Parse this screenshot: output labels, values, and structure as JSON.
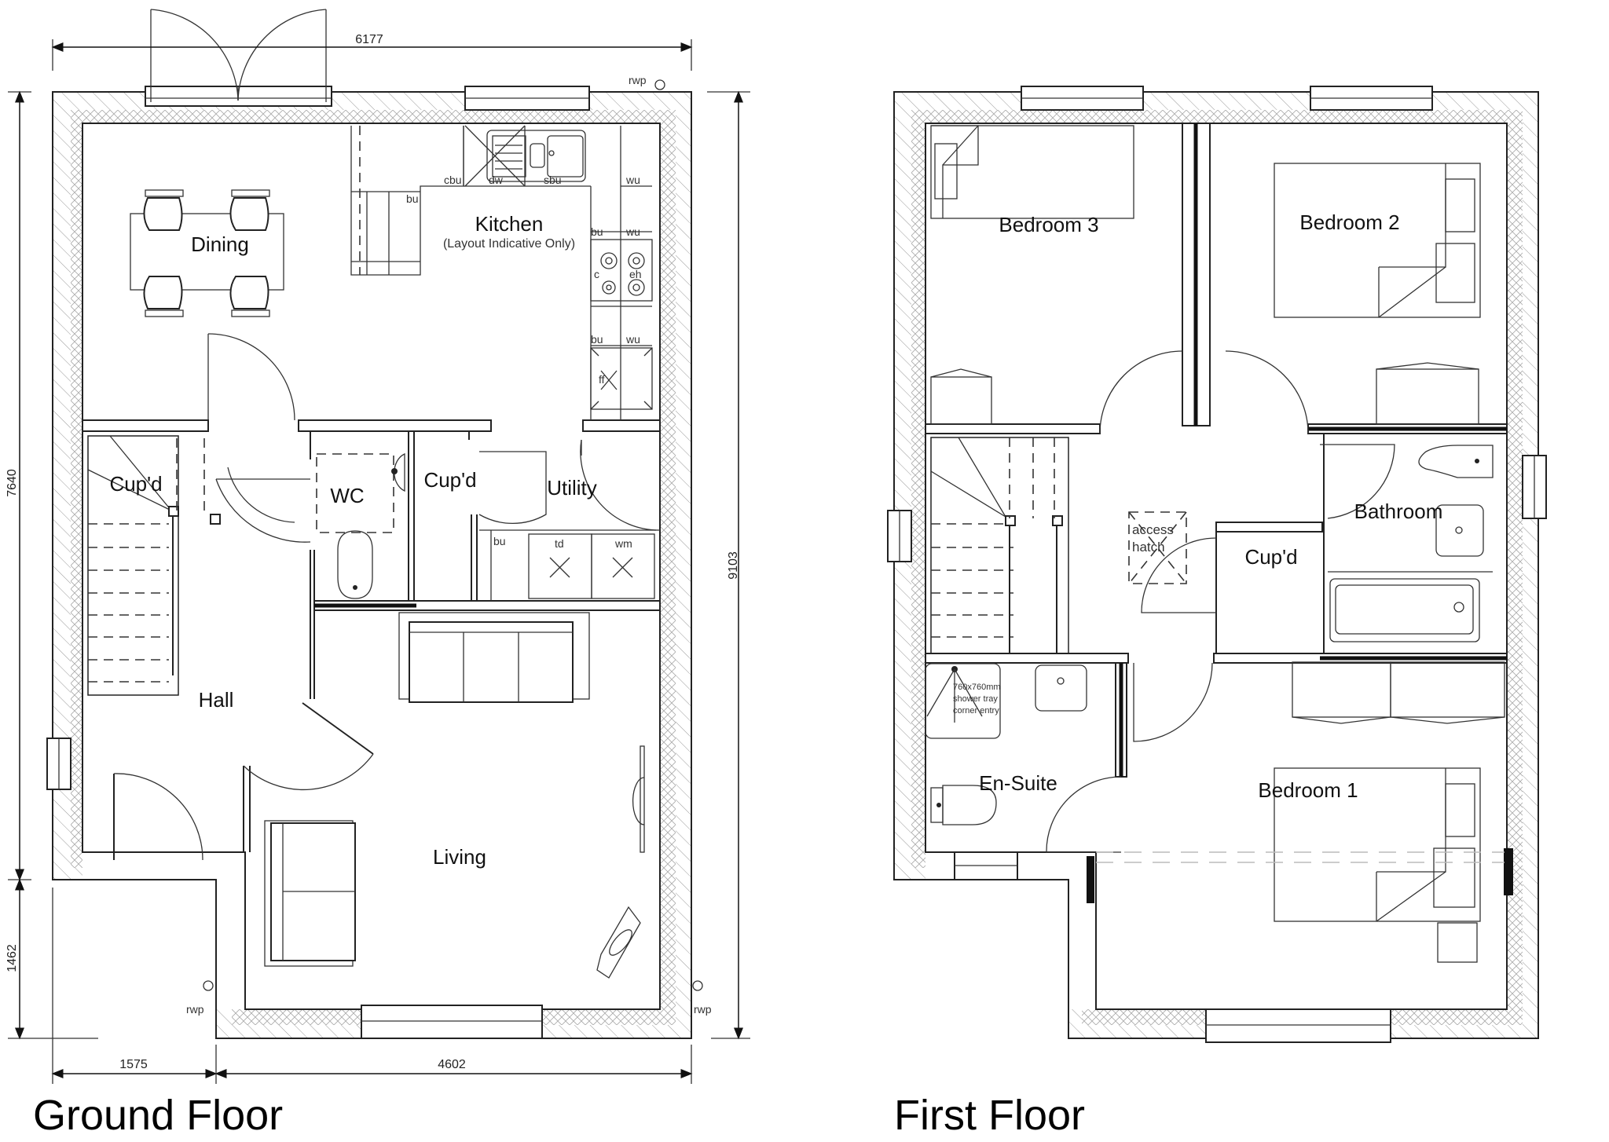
{
  "plans": {
    "ground_floor": {
      "title": "Ground Floor",
      "rooms": {
        "dining": "Dining",
        "kitchen": "Kitchen",
        "kitchen_note": "(Layout Indicative Only)",
        "cupboard_under_stairs": "Cup'd",
        "wc": "WC",
        "cupboard": "Cup'd",
        "utility": "Utility",
        "hall": "Hall",
        "living": "Living"
      },
      "appliance_labels": {
        "cbu": "cbu",
        "dw": "dw",
        "sbu": "sbu",
        "wu_top": "wu",
        "bu_left": "bu",
        "bu_hob": "bu",
        "wu_hob": "wu",
        "c": "c",
        "eh": "eh",
        "bu_ff": "bu",
        "wu_ff": "wu",
        "ff": "ff",
        "bu_utility": "bu",
        "td": "td",
        "wm": "wm"
      },
      "rwp_labels": [
        "rwp",
        "rwp",
        "rwp"
      ],
      "dimensions": {
        "width_top": "6177",
        "height_left_main": "7640",
        "height_left_porch": "1462",
        "height_right": "9103",
        "width_bottom_porch": "1575",
        "width_bottom_main": "4602"
      }
    },
    "first_floor": {
      "title": "First Floor",
      "rooms": {
        "bedroom3": "Bedroom 3",
        "bedroom2": "Bedroom 2",
        "bathroom": "Bathroom",
        "cupboard": "Cup'd",
        "access_hatch_line1": "access",
        "access_hatch_line2": "hatch",
        "en_suite": "En-Suite",
        "bedroom1": "Bedroom 1"
      },
      "shower_note": [
        "760x760mm",
        "shower tray",
        "corner entry"
      ]
    }
  }
}
